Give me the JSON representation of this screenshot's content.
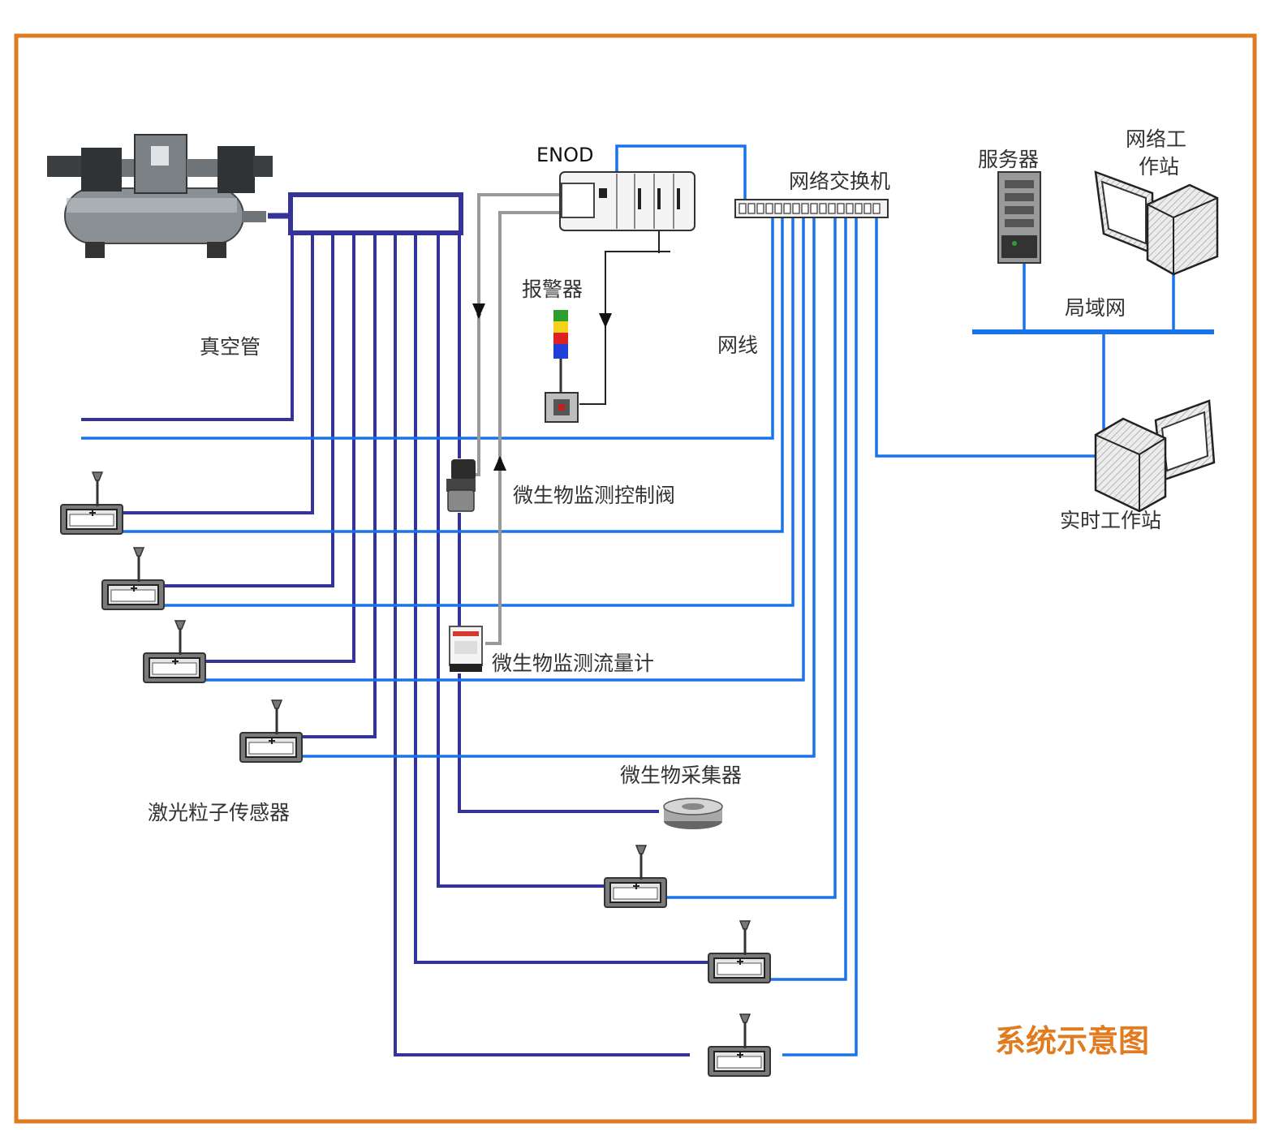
{
  "title": "系统示意图",
  "labels": {
    "enod": "ENOD",
    "switch": "网络交换机",
    "server": "服务器",
    "net_workstation_line1": "网络工",
    "net_workstation_line2": "作站",
    "lan": "局域网",
    "realtime_workstation": "实时工作站",
    "alarm": "报警器",
    "vacuum_tube": "真空管",
    "net_cable": "网线",
    "control_valve": "微生物监测控制阀",
    "flow_meter": "微生物监测流量计",
    "sampler": "微生物采集器",
    "laser_sensor": "激光粒子传感器"
  },
  "colors": {
    "frame": "#e07b1f",
    "title": "#e07b1f",
    "vacuum_line": "#333399",
    "network_line": "#1a73e8",
    "signal_line": "#999999",
    "alarm_light": [
      "#2ca02c",
      "#f2d21b",
      "#e02020",
      "#1f3fd8"
    ]
  },
  "icons": [
    "vacuum-pump-icon",
    "manifold-icon",
    "plc-icon",
    "switch-icon",
    "server-icon",
    "workstation-icon",
    "alarm-light-icon",
    "alarm-box-icon",
    "control-valve-icon",
    "flow-meter-icon",
    "sampler-icon",
    "laser-sensor-icon"
  ]
}
